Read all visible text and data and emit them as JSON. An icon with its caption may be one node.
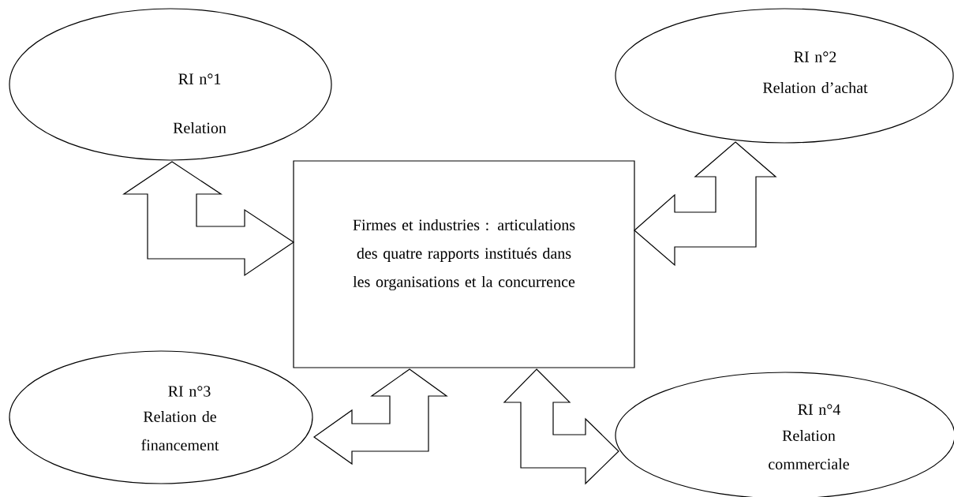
{
  "diagram": {
    "nodes": [
      {
        "text": [
          "RI n°1",
          "Relation"
        ]
      },
      {
        "text": [
          "RI n°2",
          "Relation d’achat"
        ]
      },
      {
        "text": [
          "Firmes et industries : articulations des quatre rapports institués dans les organisations et la concurrence"
        ]
      },
      {
        "text": [
          "RI n°3",
          "Relation de financement"
        ]
      },
      {
        "text": [
          "RI n°4",
          "Relation commerciale"
        ]
      }
    ],
    "edges": [
      {
        "from": 0,
        "to": 2,
        "arrow": "both"
      },
      {
        "from": 1,
        "to": 2,
        "arrow": "both"
      },
      {
        "from": 2,
        "to": 3,
        "arrow": "both"
      },
      {
        "from": 2,
        "to": 4,
        "arrow": "both"
      }
    ]
  }
}
